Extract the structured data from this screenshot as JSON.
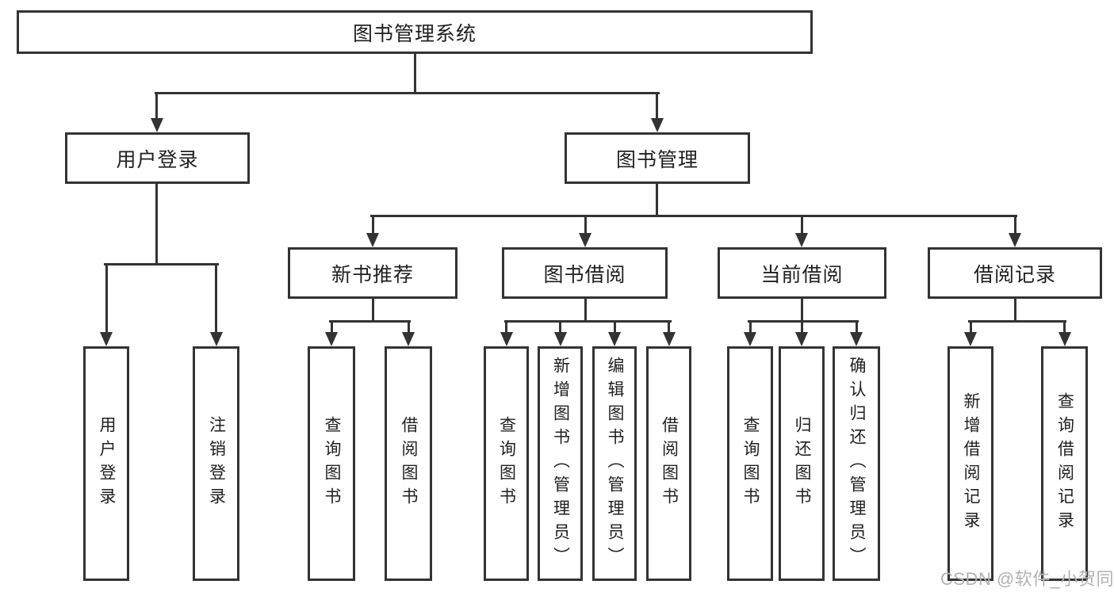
{
  "diagram": {
    "title": "图书管理系统",
    "tree": {
      "label": "图书管理系统",
      "children": [
        {
          "label": "用户登录",
          "children": [
            {
              "label": "用户登录"
            },
            {
              "label": "注销登录"
            }
          ]
        },
        {
          "label": "图书管理",
          "children": [
            {
              "label": "新书推荐",
              "children": [
                {
                  "label": "查询图书"
                },
                {
                  "label": "借阅图书"
                }
              ]
            },
            {
              "label": "图书借阅",
              "children": [
                {
                  "label": "查询图书"
                },
                {
                  "label": "新增图书（管理员）"
                },
                {
                  "label": "编辑图书（管理员）"
                },
                {
                  "label": "借阅图书"
                }
              ]
            },
            {
              "label": "当前借阅",
              "children": [
                {
                  "label": "查询图书"
                },
                {
                  "label": "归还图书"
                },
                {
                  "label": "确认归还（管理员）"
                }
              ]
            },
            {
              "label": "借阅记录",
              "children": [
                {
                  "label": "新增借阅记录"
                },
                {
                  "label": "查询借阅记录"
                }
              ]
            }
          ]
        }
      ]
    }
  },
  "watermark": {
    "text": "CSDN @软件_小贺同学"
  },
  "colors": {
    "line": "#333333",
    "text": "#1f1f1f",
    "watermark_text": "#b2b2b2",
    "background": "#ffffff"
  }
}
